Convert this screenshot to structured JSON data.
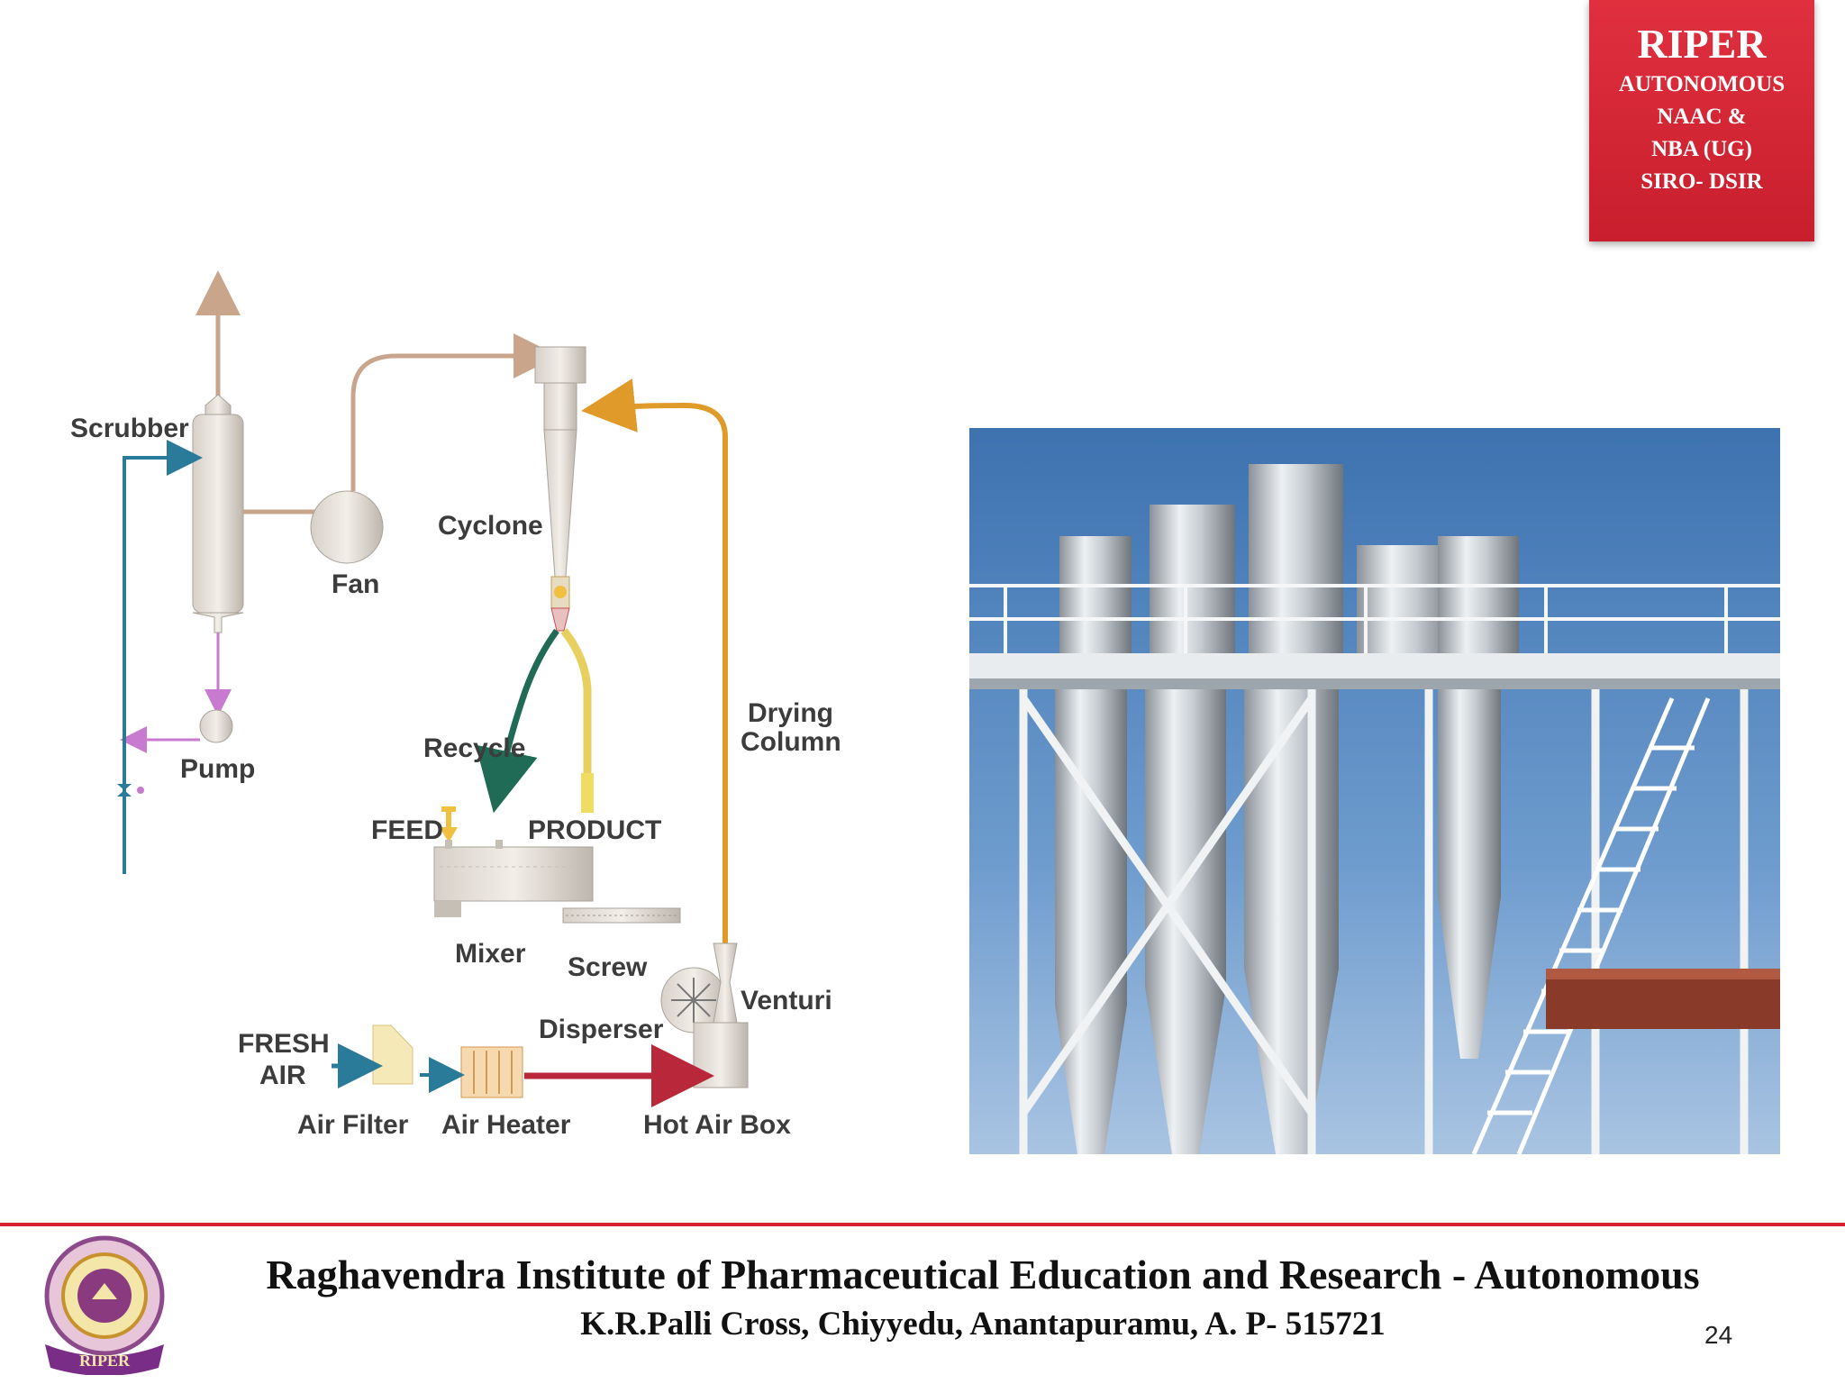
{
  "badge": {
    "title": "RIPER",
    "line1": "AUTONOMOUS",
    "line2": "NAAC &",
    "line3": "NBA (UG)",
    "line4": "SIRO- DSIR"
  },
  "diagram": {
    "labels": {
      "scrubber": "Scrubber",
      "fan": "Fan",
      "cyclone": "Cyclone",
      "pump": "Pump",
      "recycle": "Recycle",
      "drying": "Drying",
      "column": "Column",
      "feed": "FEED",
      "product": "PRODUCT",
      "mixer": "Mixer",
      "screw": "Screw",
      "venturi": "Venturi",
      "disperser": "Disperser",
      "fresh": "FRESH",
      "air": "AIR",
      "air_filter": "Air Filter",
      "air_heater": "Air Heater",
      "hot_air_box": "Hot Air Box"
    }
  },
  "footer": {
    "institute": "Raghavendra Institute of Pharmaceutical Education and Research - Autonomous",
    "address": "K.R.Palli Cross, Chiyyedu, Anantapuramu, A. P- 515721",
    "page_number": "24",
    "logo_text": "RIPER"
  },
  "colors": {
    "brand_red": "#d92030",
    "pipe_tan": "#c9a58c",
    "pipe_orange": "#e09a2a",
    "pipe_green": "#1f6b55",
    "pipe_blue": "#2a7a9a",
    "pipe_red": "#b8283a",
    "pipe_purple": "#c87ad0"
  }
}
